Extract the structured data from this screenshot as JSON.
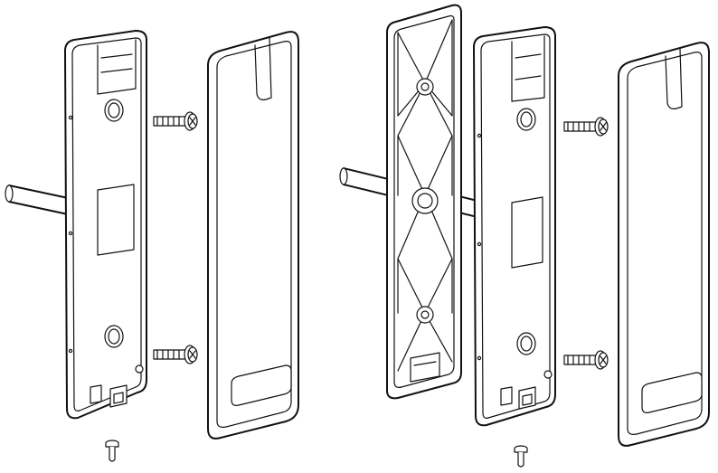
{
  "figure": {
    "assemblies": [
      {
        "name": "without-spacer",
        "parts": [
          "wall-rod",
          "back-plate",
          "mount-screw-top",
          "mount-screw-bottom",
          "front-cover",
          "bottom-screw"
        ]
      },
      {
        "name": "with-spacer",
        "parts": [
          "wall-rod",
          "spacer-frame",
          "back-plate",
          "mount-screw-top",
          "mount-screw-bottom",
          "front-cover",
          "bottom-screw"
        ]
      }
    ],
    "colors": {
      "line": "#111111",
      "background": "#ffffff"
    }
  }
}
